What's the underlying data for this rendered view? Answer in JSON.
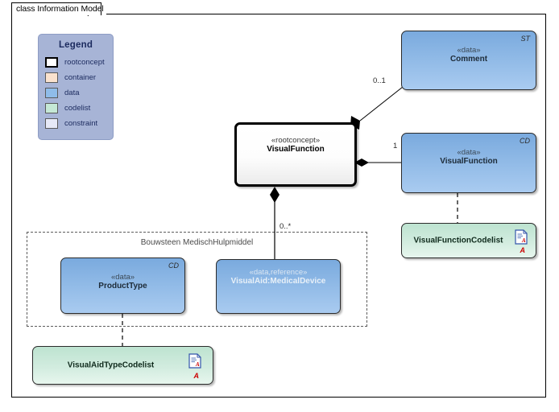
{
  "diagram": {
    "tab_label": "class Information Model",
    "background": "#ffffff",
    "border_color": "#000000"
  },
  "legend": {
    "title": "Legend",
    "background": "#a7b4d6",
    "items": [
      {
        "label": "rootconcept",
        "color": "#ffffff"
      },
      {
        "label": "container",
        "color": "#fae2ce"
      },
      {
        "label": "data",
        "color": "#8fbce9"
      },
      {
        "label": "codelist",
        "color": "#c5e8d5"
      },
      {
        "label": "constraint",
        "color": "#e6e9f7"
      }
    ]
  },
  "nodes": {
    "root_visualfunction": {
      "stereotype": "«rootconcept»",
      "name": "VisualFunction",
      "corner": "",
      "kind": "rootconcept"
    },
    "comment": {
      "stereotype": "«data»",
      "name": "Comment",
      "corner": "ST",
      "kind": "data"
    },
    "data_visualfunction": {
      "stereotype": "«data»",
      "name": "VisualFunction",
      "corner": "CD",
      "kind": "data"
    },
    "visualfunction_codelist": {
      "name": "VisualFunctionCodelist",
      "corner_letter": "A",
      "kind": "codelist"
    },
    "product_type": {
      "stereotype": "«data»",
      "name": "ProductType",
      "corner": "CD",
      "kind": "data"
    },
    "visualaid_medicaldevice": {
      "stereotype": "«data,reference»",
      "name": "VisualAid:MedicalDevice",
      "corner": "",
      "kind": "data-reference"
    },
    "visualaidtype_codelist": {
      "name": "VisualAidTypeCodelist",
      "corner_letter": "A",
      "kind": "codelist"
    }
  },
  "container": {
    "title": "Bouwsteen MedischHulpmiddel"
  },
  "multiplicities": {
    "comment_mult": "0..1",
    "visualfunction_mult": "1",
    "medicaldevice_mult": "0..*"
  },
  "icons": {
    "document": "document-icon",
    "composition": "filled-diamond"
  }
}
